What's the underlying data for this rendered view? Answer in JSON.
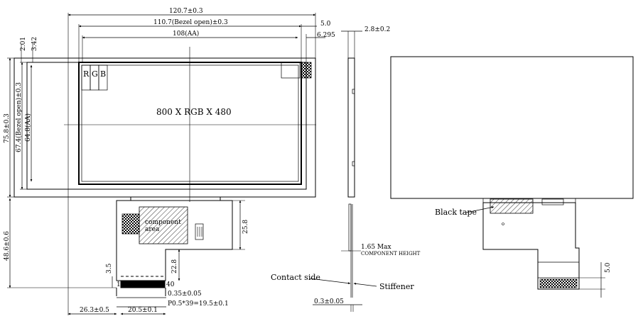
{
  "dimensions": {
    "outline_width": "120.7±0.3",
    "bezel_width": "110.7(Bezel open)±0.3",
    "aa_width": "108(AA)",
    "right_offset_1": "5.0",
    "right_offset_2": "6.295",
    "top_offset_1": "2.01",
    "top_offset_2": "3.42",
    "outline_height": "75.8±0.3",
    "bezel_height": "67.4(Bezel open)±0.3",
    "aa_height": "64.8(AA)",
    "total_height": "48.6±0.6",
    "fpc_height_1": "25.8",
    "fpc_height_2": "22.8",
    "fpc_height_3": "3.5",
    "fpc_left": "26.3±0.5",
    "fpc_pin_width": "20.5±0.1",
    "pin_thickness": "0.35±0.05",
    "pitch": "P0.5*39=19.5±0.1",
    "side_thickness": "2.8±0.2",
    "component_max": "1.65 Max",
    "component_height_label": "COMPONENT HEIGHT",
    "stiffener_thickness": "0.3±0.05",
    "back_stiffener": "5.0"
  },
  "labels": {
    "resolution": "800 X RGB X 480",
    "rgb_r": "R",
    "rgb_g": "G",
    "rgb_b": "B",
    "component_area_1": "component",
    "component_area_2": "area",
    "pin_first": "1",
    "pin_last": "40",
    "contact_side": "Contact side",
    "stiffener": "Stiffener",
    "black_tape": "Black tape"
  }
}
